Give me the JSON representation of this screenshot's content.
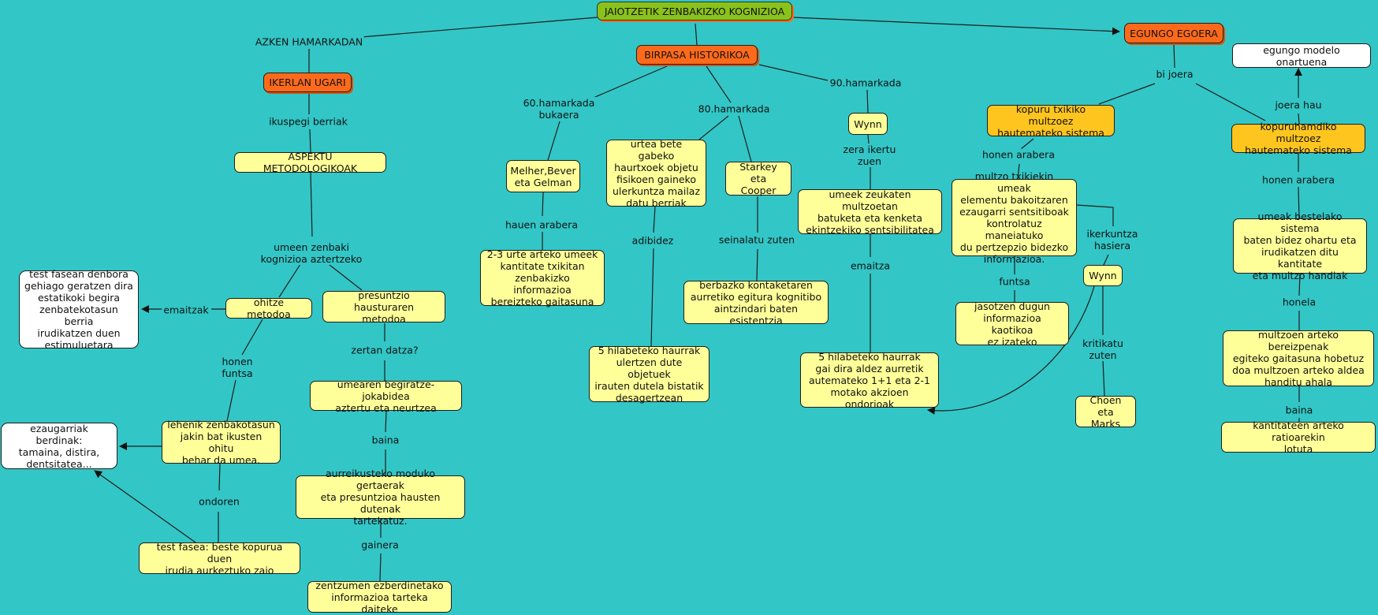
{
  "nodes": {
    "root": "JAIOTZETIK ZENBAKIZKO KOGNIZIOA",
    "ikerlan": "IKERLAN UGARI",
    "aspektu": "ASPEKTU METODOLOGIKOAK",
    "ohitze": "ohitze metodoa",
    "presuntzio": "presuntzio hausturaren\nmetodoa",
    "test_denbora": "test fasean denbora\ngehiago geratzen dira\nestatikoki begira\nzenbatekotasun berria\nirudikatzen duen\nestimuluetara",
    "lehenik": "lehenik zenbakotasun\njakin bat ikusten ohitu\nbehar da umea.",
    "ezaugarriak": "ezaugarriak berdinak:\ntamaina, distira,\ndentsitatea...",
    "test_fasea": "test fasea: beste kopurua duen\nirudia aurkeztuko zaio",
    "umearen": "umearen begiratze-jokabidea\naztertu eta neurtzea",
    "aurreikusteko": "aurreikusteko moduko gertaerak\neta presuntzioa hausten dutenak\ntartekatuz.",
    "zentzumen": "zentzumen ezberdinetako\ninformazioa tarteka daiteke",
    "birpasa": "BIRPASA HISTORIKOA",
    "melher": "Melher,Bever\neta Gelman",
    "urte23": "2-3 urte arteko umeek\nkantitate txikitan\nzenbakizko informazioa\nbereizteko gaitasuna",
    "urtea_bete": "urtea bete gabeko\nhaurtxoek objetu\nfisikoen gaineko\nulerkuntza mailaz\ndatu berriak",
    "hilabete5_obj": "5 hilabeteko haurrak\nulertzen dute objetuek\nirauten dutela bistatik\ndesagertzean",
    "starkey": "Starkey eta\nCooper",
    "berbazko": "berbazko kontaketaren\naurretiko egitura kognitibo\naintzindari baten esistentzia",
    "wynn1": "Wynn",
    "umeek_zeukaten": "umeek zeukaten multzoetan\nbatuketa eta kenketa\nekintzekiko sentsibilitatea",
    "hilabete5_gai": "5 hilabeteko haurrak\ngai dira aldez aurretik\nautemateko 1+1 eta 2-1\nmotako akzioen ondorioak",
    "egungo_egoera": "EGUNGO EGOERA",
    "kopuru_txiki": "kopuru txikiko multzoez\nhautemateko sistema",
    "multzo_txiki": "multzo txikiekin umeak\nelementu bakoitzaren\nezaugarri sentsitiboak\nkontrolatuz maneiatuko\ndu pertzepzio bidezko\ninformazioa.",
    "jasotzen": "jasotzen dugun\ninformazioa kaotikoa\nez izateko",
    "wynn2": "Wynn",
    "choen": "Choen eta\nMarks",
    "kopuruhandi": "kopuruhamdiko multzoez\nhautemateko sistema",
    "egungo_modelo": "egungo modelo onartuena",
    "umeak_bestelako": "umeak bestelako sistema\nbaten bidez ohartu eta\nirudikatzen ditu kantitate\neta multzo handiak",
    "multzoen_arteko": "multzoen arteko bereizpenak\negiteko gaitasuna hobetuz\ndoa multzoen arteko aldea\nhanditu ahala",
    "kantitateen": "kantitateen arteko ratioarekin\nlotuta"
  },
  "labels": {
    "azken": "AZKEN HAMARKADAN",
    "ikuspegi": "ikuspegi berriak",
    "umeen_zenbaki": "umeen zenbaki\nkognizioa aztertzeko",
    "emaitzak": "emaitzak",
    "honen_funtsa": "honen\nfuntsa",
    "ondoren": "ondoren",
    "zertan": "zertan datza?",
    "baina1": "baina",
    "gainera": "gainera",
    "h60": "60.hamarkada\nbukaera",
    "h80": "80.hamarkada",
    "h90": "90.hamarkada",
    "hauen_arabera": "hauen arabera",
    "adibidez": "adibidez",
    "seinalatu": "seinalatu zuten",
    "zera_ikertu": "zera ikertu\nzuen",
    "emaitza": "emaitza",
    "bi_joera": "bi joera",
    "honen_arabera1": "honen arabera",
    "funtsa": "funtsa",
    "ikerkuntza": "ikerkuntza\nhasiera",
    "kritikatu": "kritikatu\nzuten",
    "joera_hau": "joera hau",
    "honen_arabera2": "honen arabera",
    "honela": "honela",
    "baina2": "baina"
  },
  "colors": {
    "background": "#33c6c6",
    "root": "#8ac21c",
    "orange": "#ff6a1a",
    "yellow": "#ffff99",
    "gold": "#ffc51f",
    "white": "#ffffff",
    "line": "#1e1e1e"
  }
}
